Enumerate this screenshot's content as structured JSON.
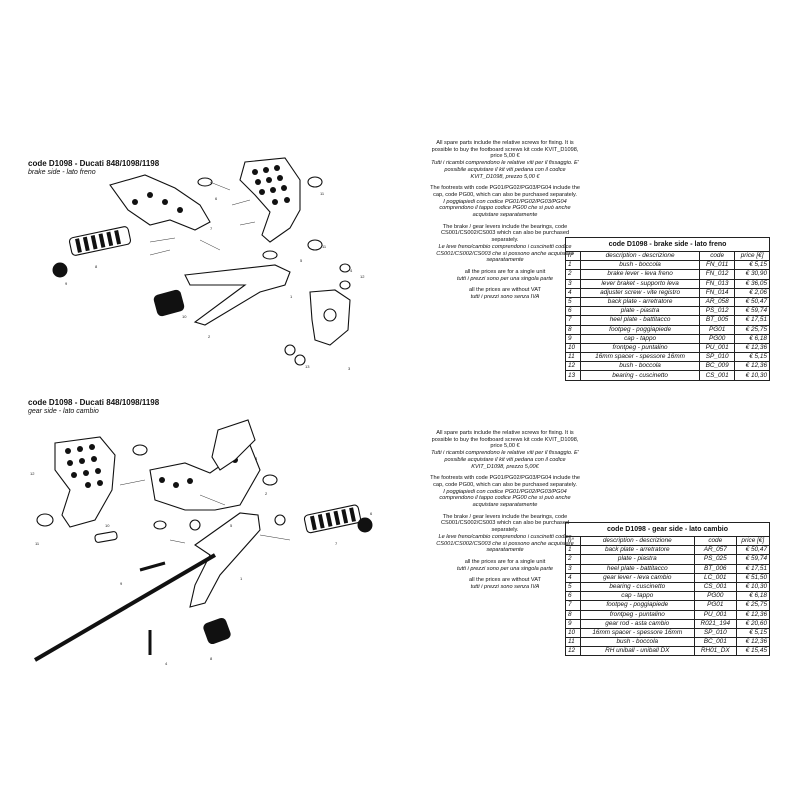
{
  "brake": {
    "title": "code D1098 - Ducati 848/1098/1198",
    "subtitle": "brake side - lato freno",
    "notes": [
      {
        "en": "All spare parts include the relative screws for fixing. It is possible to buy the footboard screws kit code KVIT_D1098, price 5,00 €",
        "it": "Tutti i ricambi comprendono le relative viti per il fissaggio. E' possibile acquistare il kit viti pedana con il codice KVIT_D1098, prezzo 5,00 €"
      },
      {
        "en": "The footrests with code PG01/PG02/PG03/PG04 include the cap, code PG00, which can also be purchased separately.",
        "it": "I poggiapiedi con codice PG01/PG02/PG03/PG04 comprendono il tappo codice PG00 che si può anche acquistare separatamente"
      },
      {
        "en": "The brake / gear levers include the bearings, code CS001/CS002/CS003 which can also be purchased separately.",
        "it": "Le leve freno/cambio comprendono i cuscinetti codice CS001/CS002/CS003 che si possono anche acquistare separatamente"
      },
      {
        "en": "all the prices are for a single unit",
        "it": "tutti i prezzi sono per una singola parte"
      },
      {
        "en": "all the prices are without VAT",
        "it": "tutti i prezzi sono senza IVA"
      }
    ],
    "table": {
      "caption": "code D1098 - brake side - lato freno",
      "headers": [
        "n°",
        "description - descrizione",
        "code",
        "price [€]"
      ],
      "rows": [
        [
          "1",
          "bush - boccola",
          "FN_011",
          "€ 5,15"
        ],
        [
          "2",
          "brake lever - leva freno",
          "FN_012",
          "€ 30,90"
        ],
        [
          "3",
          "lever braket - supporto leva",
          "FN_013",
          "€ 36,05"
        ],
        [
          "4",
          "adjuster screw - vite registro",
          "FN_014",
          "€ 2,06"
        ],
        [
          "5",
          "back plate - arretratore",
          "AR_058",
          "€ 50,47"
        ],
        [
          "6",
          "plate - piastra",
          "PS_012",
          "€ 59,74"
        ],
        [
          "7",
          "heel plate - battitacco",
          "BT_005",
          "€ 17,51"
        ],
        [
          "8",
          "footpeg - poggiapiede",
          "PG01",
          "€ 25,75"
        ],
        [
          "9",
          "cap - tappo",
          "PG00",
          "€ 6,18"
        ],
        [
          "10",
          "frontpeg - puntalino",
          "PU_001",
          "€ 12,36"
        ],
        [
          "11",
          "16mm spacer - spessore 16mm",
          "SP_010",
          "€ 5,15"
        ],
        [
          "12",
          "bush - boccola",
          "BC_009",
          "€ 12,36"
        ],
        [
          "13",
          "bearing - cuscinetto",
          "CS_001",
          "€ 10,30"
        ]
      ]
    }
  },
  "gear": {
    "title": "code D1098 - Ducati 848/1098/1198",
    "subtitle": "gear side - lato cambio",
    "notes": [
      {
        "en": "All spare parts include the relative screws for fixing. It is possible to buy the footboard screws kit code KVIT_D1098, price 5,00 €",
        "it": "Tutti i ricambi comprendono le relative viti per il fissaggio. E' possibile acquistare il kit viti pedana con il codice KVIT_D1098, prezzo 5,00€"
      },
      {
        "en": "The footrests with code PG01/PG02/PG03/PG04 include the cap, code PG00, which can also be purchased separately.",
        "it": "I poggiapiedi con codice PG01/PG02/PG03/PG04 comprendono il tappo codice PG00 che si può anche acquistare separatamente"
      },
      {
        "en": "The brake / gear levers include the bearings, code CS001/CS002/CS003 which can also be purchased separately.",
        "it": "Le leve freno/cambio comprendono i cuscinetti codice CS001/CS002/CS003 che si possono anche acquistare separatamente"
      },
      {
        "en": "all the prices are for a single unit",
        "it": "tutti i prezzi sono per una singola parte"
      },
      {
        "en": "all the prices are without VAT",
        "it": "tutti i prezzi sono senza IVA"
      }
    ],
    "table": {
      "caption": "code D1098 - gear side - lato cambio",
      "headers": [
        "n°",
        "description - descrizione",
        "code",
        "price [€]"
      ],
      "rows": [
        [
          "1",
          "back plate - arretratore",
          "AR_057",
          "€ 50,47"
        ],
        [
          "2",
          "plate - piastra",
          "PS_025",
          "€ 59,74"
        ],
        [
          "3",
          "heel plate - battitacco",
          "BT_006",
          "€ 17,51"
        ],
        [
          "4",
          "gear lever - leva cambio",
          "LC_001",
          "€ 51,50"
        ],
        [
          "5",
          "bearing - cuscinetto",
          "CS_001",
          "€ 10,30"
        ],
        [
          "6",
          "cap - tappo",
          "PG00",
          "€ 6,18"
        ],
        [
          "7",
          "footpeg - poggiapiede",
          "PG01",
          "€ 25,75"
        ],
        [
          "8",
          "frontpeg - puntalino",
          "PU_001",
          "€ 12,36"
        ],
        [
          "9",
          "gear rod - asta cambio",
          "R021_194",
          "€ 20,60"
        ],
        [
          "10",
          "16mm spacer - spessore 16mm",
          "SP_010",
          "€ 5,15"
        ],
        [
          "11",
          "bush - boccola",
          "BC_001",
          "€ 12,36"
        ],
        [
          "12",
          "RH uniball - uniball DX",
          "RH01_DX",
          "€ 15,45"
        ]
      ]
    }
  },
  "diagram_labels": {
    "brake": [
      "1",
      "2",
      "3",
      "4",
      "5",
      "6",
      "7",
      "8",
      "9",
      "10",
      "11",
      "12",
      "13"
    ],
    "gear": [
      "1",
      "2",
      "3",
      "4",
      "5",
      "6",
      "7",
      "8",
      "9",
      "10",
      "11",
      "12"
    ]
  }
}
